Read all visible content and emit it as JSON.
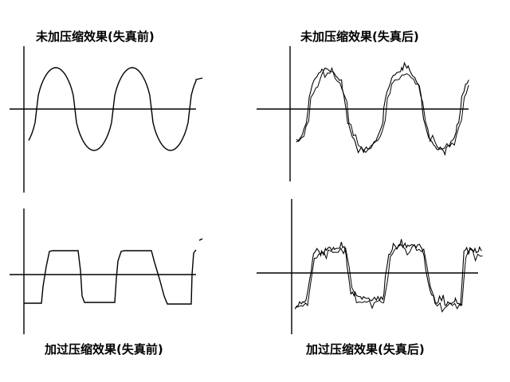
{
  "captions": {
    "top_left": "未加压缩效果(失真前)",
    "top_right": "未加压缩效果(失真后)",
    "bottom_left": "加过压缩效果(失真前)",
    "bottom_right": "加过压缩效果(失真后)"
  }
}
